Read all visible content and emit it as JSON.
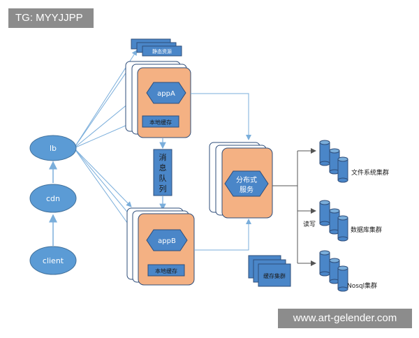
{
  "watermark_top": "TG: MYYJJPP",
  "watermark_bottom": "www.art-gelender.com",
  "nodes": {
    "client": "client",
    "cdn": "cdn",
    "lb": "lb",
    "static_resources": "静态资源",
    "appA": "appA",
    "appA_cache": "本地缓存",
    "appB": "appB",
    "appB_cache": "本地缓存",
    "message_queue": [
      "消",
      "息",
      "队",
      "列"
    ],
    "distributed_service": [
      "分布式",
      "服务"
    ],
    "cache_cluster": "缓存集群",
    "read_write": "读写",
    "fs_cluster": "文件系统集群",
    "db_cluster": "数据库集群",
    "nosql_cluster": "Nosql集群"
  },
  "colors": {
    "ellipse": "#5b9bd5",
    "node_orange": "#f4b183",
    "node_blue": "#4a86c8",
    "edge": "#7aaedb",
    "dark_edge": "#2e4d7a"
  }
}
